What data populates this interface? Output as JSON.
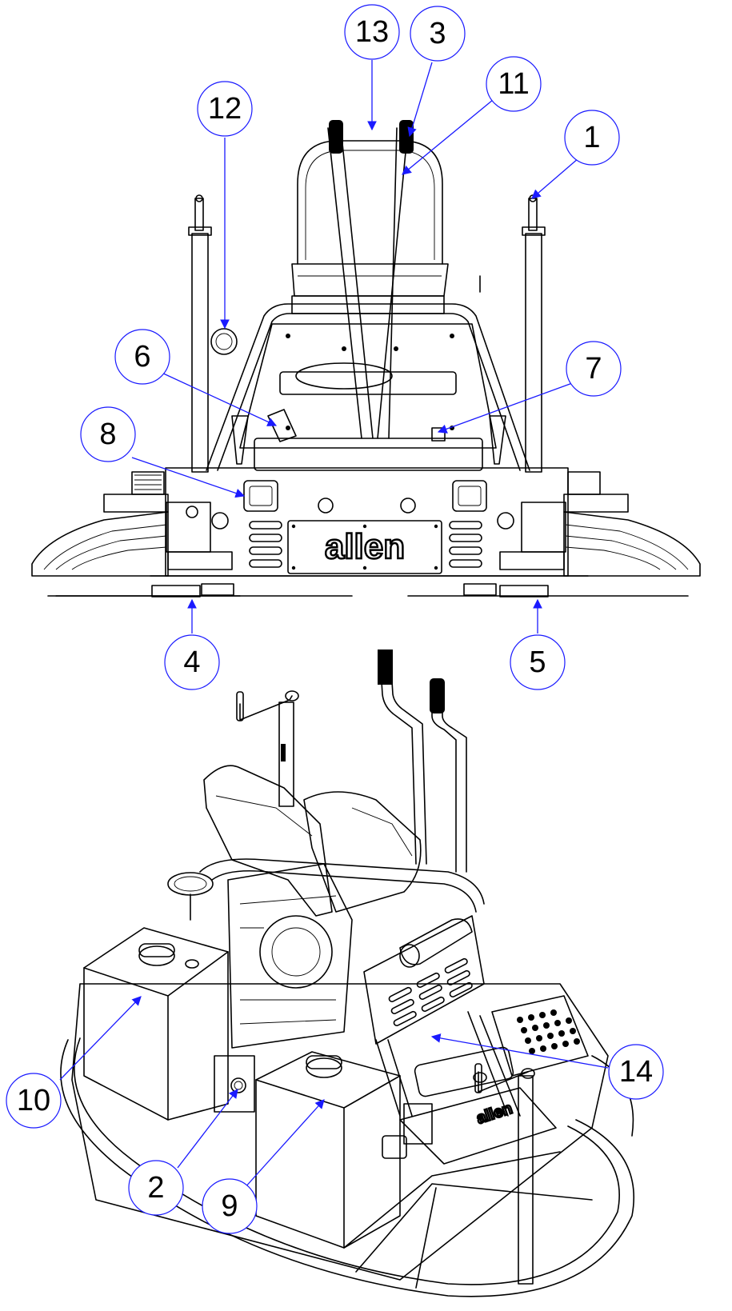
{
  "diagram": {
    "brand_text": "allen",
    "callouts": [
      {
        "id": "1",
        "label": "1"
      },
      {
        "id": "2",
        "label": "2"
      },
      {
        "id": "3",
        "label": "3"
      },
      {
        "id": "4",
        "label": "4"
      },
      {
        "id": "5",
        "label": "5"
      },
      {
        "id": "6",
        "label": "6"
      },
      {
        "id": "7",
        "label": "7"
      },
      {
        "id": "8",
        "label": "8"
      },
      {
        "id": "9",
        "label": "9"
      },
      {
        "id": "10",
        "label": "10"
      },
      {
        "id": "11",
        "label": "11"
      },
      {
        "id": "12",
        "label": "12"
      },
      {
        "id": "13",
        "label": "13"
      },
      {
        "id": "14",
        "label": "14"
      }
    ],
    "colors": {
      "callout_stroke": "#1a1aff",
      "leader": "#1a1aff",
      "line_art": "#000000",
      "background": "#ffffff"
    }
  }
}
